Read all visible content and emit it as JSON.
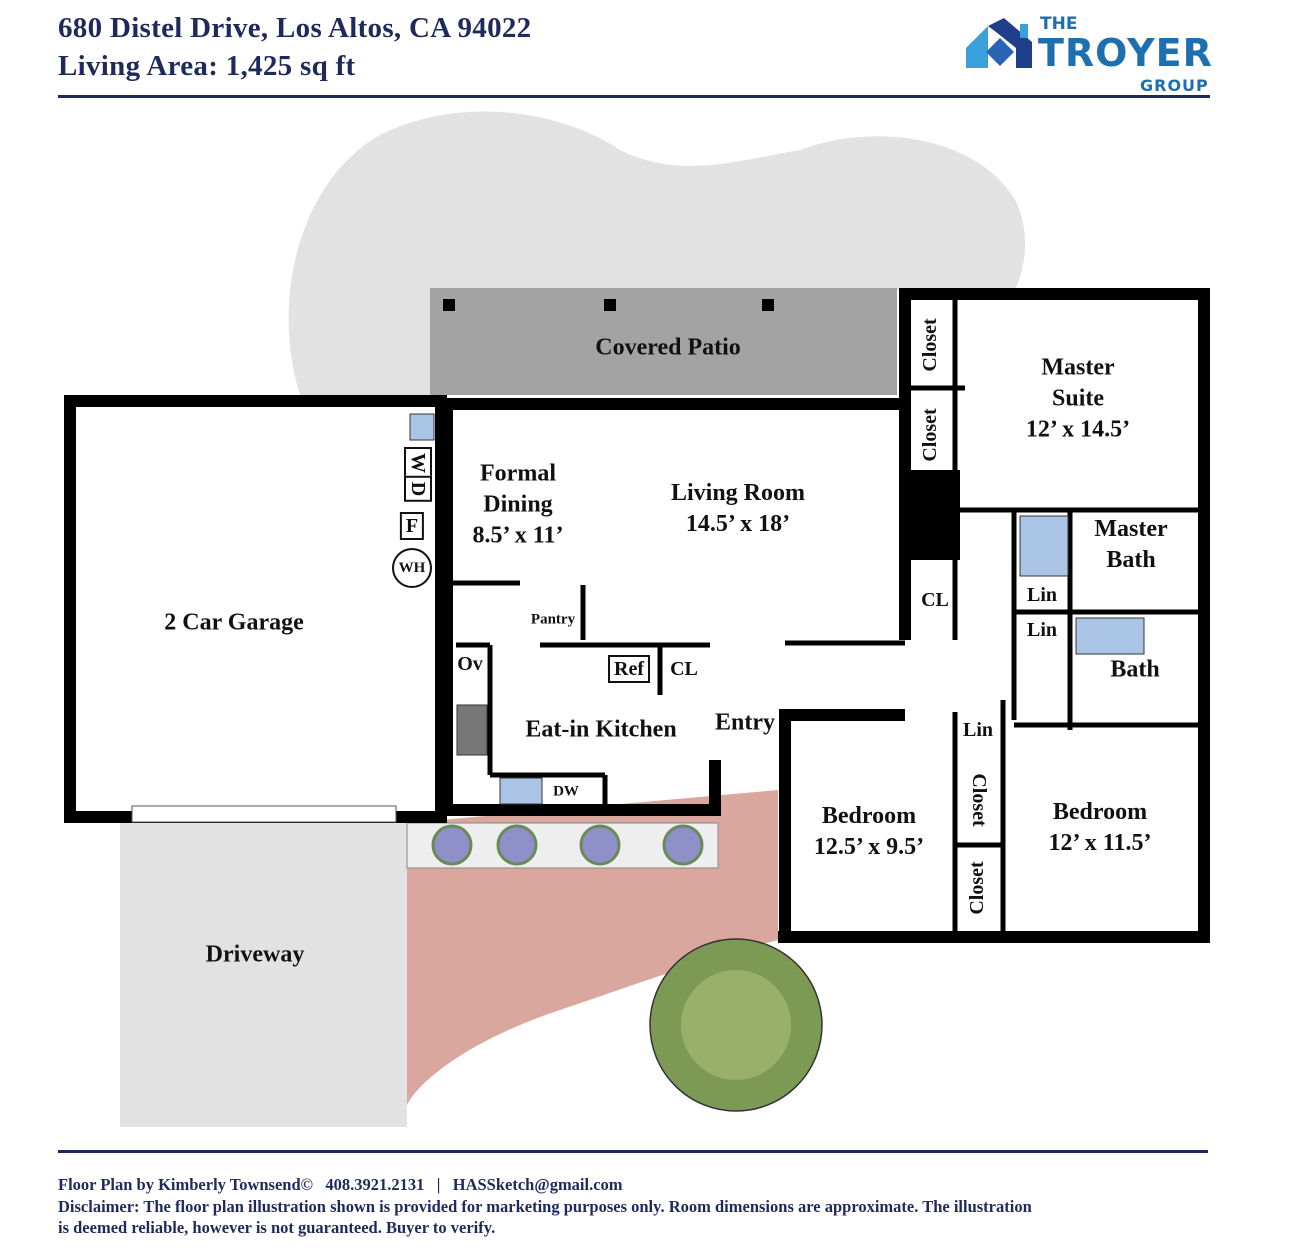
{
  "header": {
    "address": "680 Distel Drive, Los Altos, CA 94022",
    "living_area": "Living Area: 1,425 sq ft"
  },
  "logo": {
    "the": "THE",
    "name": "TROYER",
    "group": "GROUP"
  },
  "rooms": {
    "covered_patio": "Covered Patio",
    "formal_dining": {
      "name": "Formal",
      "name2": "Dining",
      "dims": "8.5’ x 11’"
    },
    "living_room": {
      "name": "Living Room",
      "dims": "14.5’ x 18’"
    },
    "master_suite": {
      "name": "Master",
      "name2": "Suite",
      "dims": "12’ x 14.5’"
    },
    "master_bath": {
      "name": "Master",
      "name2": "Bath"
    },
    "garage": "2 Car Garage",
    "pantry": "Pantry",
    "ref": "Ref",
    "kitchen_cl": "CL",
    "oven": "Ov",
    "kitchen": "Eat-in Kitchen",
    "entry": "Entry",
    "dw": "DW",
    "hall_cl": "CL",
    "lin1": "Lin",
    "lin2": "Lin",
    "lin3": "Lin",
    "bath": "Bath",
    "closet1": "Closet",
    "closet2": "Closet",
    "closet3": "Closet",
    "closet4": "Closet",
    "bedroom1": {
      "name": "Bedroom",
      "dims": "12.5’ x 9.5’"
    },
    "bedroom2": {
      "name": "Bedroom",
      "dims": "12’ x 11.5’"
    },
    "driveway": "Driveway",
    "washer": "W",
    "dryer": "D",
    "furnace": "F",
    "water_heater": "WH"
  },
  "footer": {
    "credit": "Floor Plan by Kimberly Townsend©   408.3921.2131   |   HASSketch@gmail.com",
    "disclaimer1": "Disclaimer: The floor plan illustration shown is provided for marketing purposes only. Room dimensions are approximate. The illustration",
    "disclaimer2": "is deemed reliable, however is not guaranteed. Buyer to verify."
  },
  "colors": {
    "navy": "#1f2a5c",
    "brand_blue": "#1e6fb0",
    "wall": "#000000",
    "patio": "#a3a3a3",
    "yard": "#e2e2e2",
    "brick": "#d9a79e"
  }
}
